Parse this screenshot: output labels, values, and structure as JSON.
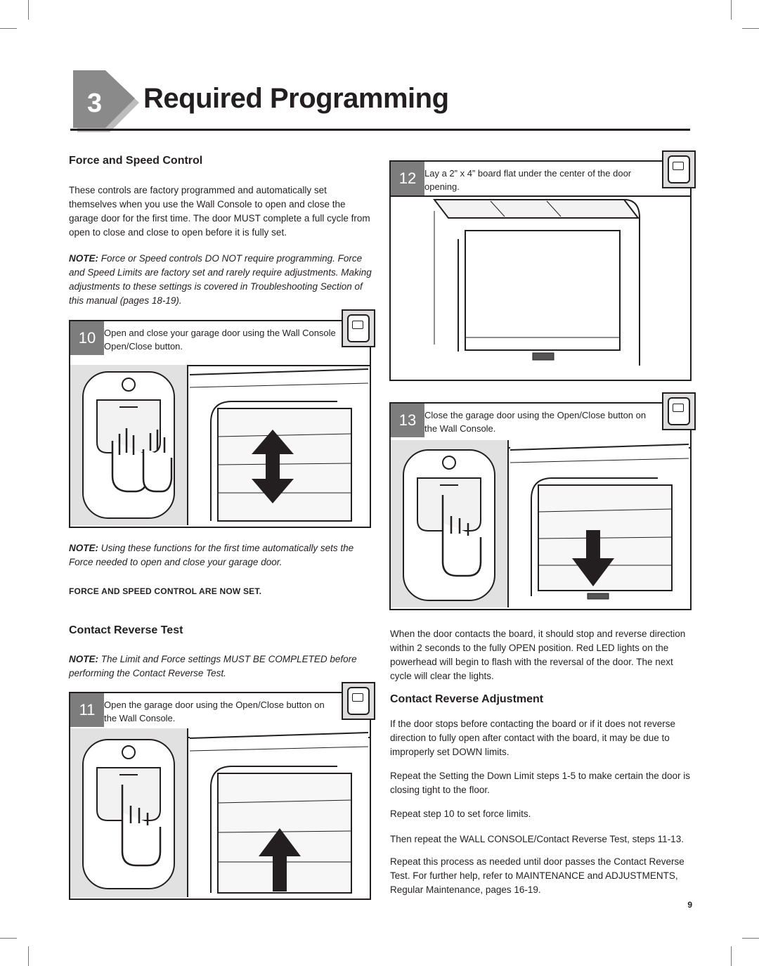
{
  "header": {
    "chapter_number": "3",
    "title": "Required Programming"
  },
  "force_speed": {
    "heading": "Force and Speed Control",
    "intro": "These controls are factory programmed and automatically set themselves when you use the Wall Console to open and close the garage door for the first time. The door MUST complete a full cycle from open to close and close to open before it is fully set.",
    "note_label": "NOTE:",
    "note_text": "Force or Speed controls DO NOT require programming. Force and Speed Limits are factory set and rarely require adjustments. Making adjustments to these settings is covered in Troubleshooting Section of this manual (pages 18-19).",
    "note2_label": "NOTE:",
    "note2_text": "Using these functions for the first time automatically sets the Force needed to open and close your garage door.",
    "set_notice": "FORCE AND SPEED CONTROL ARE NOW SET."
  },
  "steps": [
    {
      "number": "10",
      "text": "Open and close your garage door using the Wall Console Open/Close button."
    },
    {
      "number": "11",
      "text": "Open the garage door using the Open/Close button on the Wall Console."
    },
    {
      "number": "12",
      "text": "Lay a 2” x 4” board flat under the center of the door opening."
    },
    {
      "number": "13",
      "text": "Close the garage door using the Open/Close button on the Wall Console."
    }
  ],
  "contact_reverse": {
    "heading": "Contact Reverse Test",
    "note_label": "NOTE:",
    "note_text": "The Limit and Force settings MUST BE COMPLETED before performing the Contact Reverse Test.",
    "result_text": "When the door contacts the board, it should stop and reverse direction within 2 seconds to the fully OPEN position. Red LED lights on the powerhead will begin to flash with the reversal of the door. The next cycle will clear the lights."
  },
  "adjustment": {
    "heading": "Contact Reverse Adjustment",
    "paragraphs": [
      "If the door stops before contacting the board or if it does not reverse direction to fully open after contact with the board, it may be due to improperly set DOWN limits.",
      "Repeat the Setting the Down Limit steps 1-5 to make certain the door is closing tight to the floor.",
      "Repeat step 10 to set force limits.",
      "Then repeat the WALL CONSOLE/Contact Reverse Test, steps 11-13.",
      "Repeat this process as needed until door passes the Contact Reverse Test. For further help, refer to MAINTENANCE and ADJUSTMENTS, Regular Maintenance, pages 16-19."
    ]
  },
  "footer": {
    "page_number": "9"
  }
}
